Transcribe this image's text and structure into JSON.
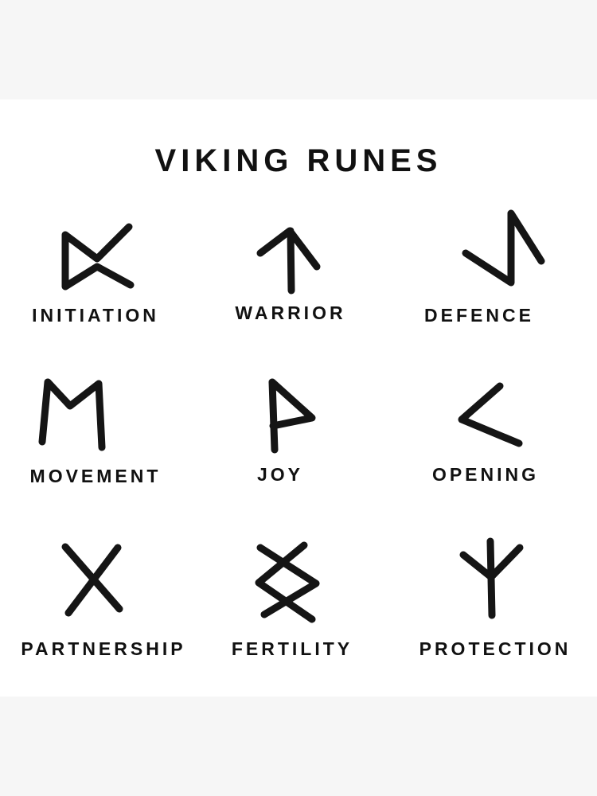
{
  "poster": {
    "title": "VIKING RUNES",
    "ink_color": "#151515",
    "runes": [
      {
        "label": "INITIATION",
        "icon": "perthro-rune-icon"
      },
      {
        "label": "WARRIOR",
        "icon": "tiwaz-rune-icon"
      },
      {
        "label": "DEFENCE",
        "icon": "eihwaz-rune-icon"
      },
      {
        "label": "MOVEMENT",
        "icon": "ehwaz-rune-icon"
      },
      {
        "label": "JOY",
        "icon": "wunjo-rune-icon"
      },
      {
        "label": "OPENING",
        "icon": "kenaz-rune-icon"
      },
      {
        "label": "PARTNERSHIP",
        "icon": "gebo-rune-icon"
      },
      {
        "label": "FERTILITY",
        "icon": "ingwaz-rune-icon"
      },
      {
        "label": "PROTECTION",
        "icon": "algiz-rune-icon"
      }
    ]
  }
}
